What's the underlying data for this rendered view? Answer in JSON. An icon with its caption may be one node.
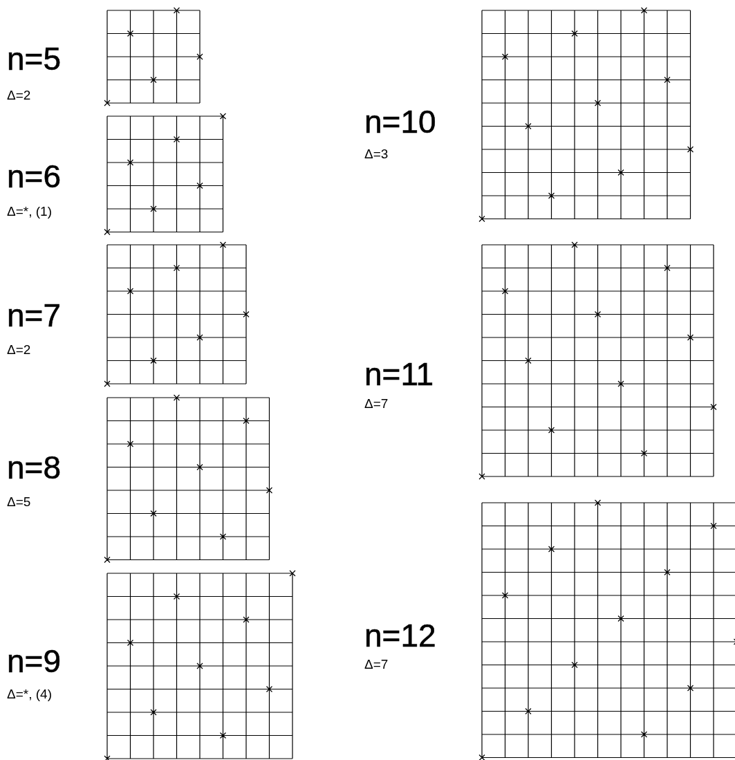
{
  "diagram": {
    "labels": [
      "n=5",
      "Δ=2",
      "n=6",
      "Δ=*, (1)",
      "n=7",
      "Δ=2",
      "n=8",
      "Δ=5",
      "n=9",
      "Δ=*, (4)",
      "n=10",
      "Δ=3",
      "n=11",
      "Δ=7",
      "n=12",
      "Δ=7"
    ]
  }
}
